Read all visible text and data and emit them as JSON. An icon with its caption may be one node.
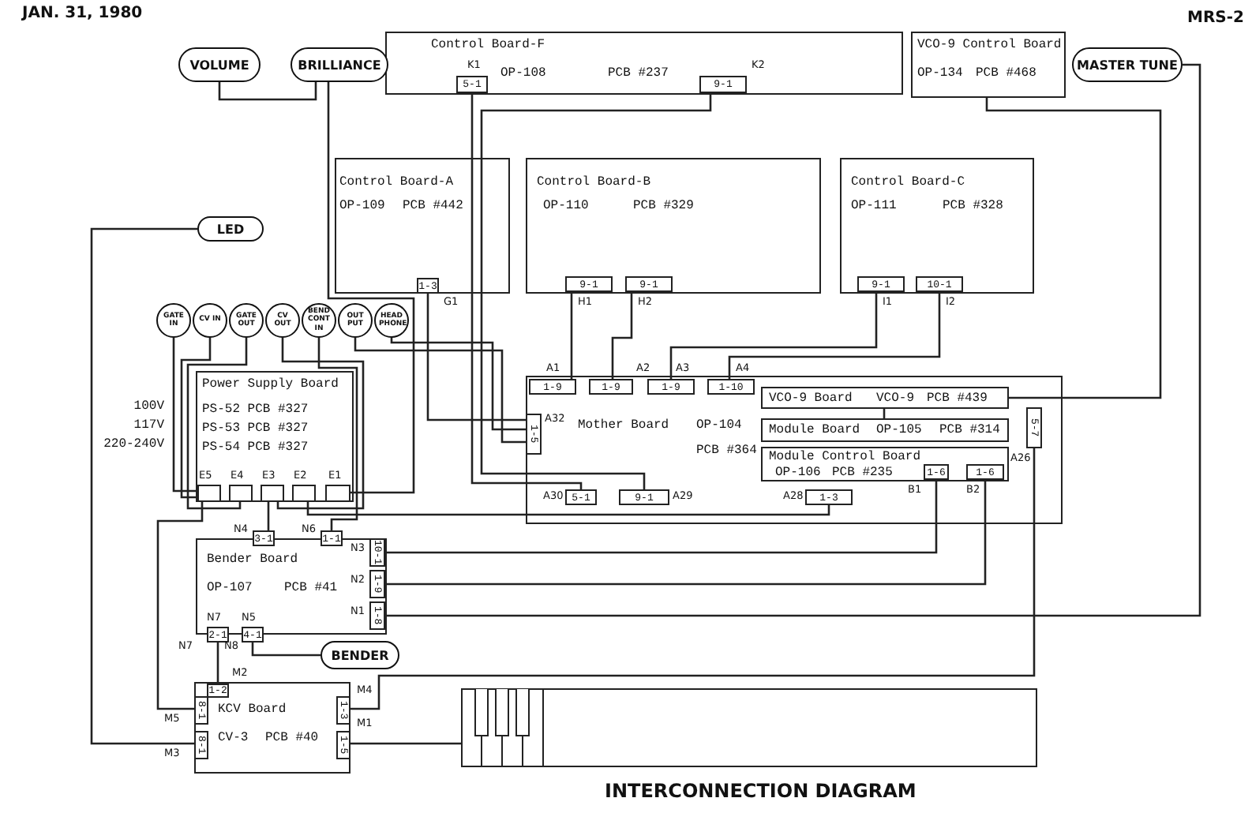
{
  "diagram": {
    "title": "INTERCONNECTION DIAGRAM",
    "nodes": [
      {
        "text": [
          "Control Board-F",
          "OP-108",
          "PCB #237"
        ]
      },
      {
        "text": [
          "5-1"
        ],
        "beside": [
          "K1"
        ],
        "in": 0
      },
      {
        "text": [
          "9-1"
        ],
        "beside": [
          "K2"
        ],
        "in": 0
      },
      {
        "text": [
          "VCO-9 Control Board",
          "OP-134",
          "PCB #468"
        ]
      },
      {
        "text": [
          "VOLUME"
        ]
      },
      {
        "text": [
          "BRILLIANCE"
        ]
      },
      {
        "text": [
          "MASTER TUNE"
        ]
      },
      {
        "text": [
          "Control Board-A",
          "OP-109",
          "PCB #442"
        ]
      },
      {
        "text": [
          "1-3"
        ],
        "beside": [
          "G1"
        ],
        "in": 7
      },
      {
        "text": [
          "Control Board-B",
          "OP-110",
          "PCB #329"
        ]
      },
      {
        "text": [
          "9-1"
        ],
        "beside": [
          "H1"
        ],
        "in": 9
      },
      {
        "text": [
          "9-1"
        ],
        "beside": [
          "H2"
        ],
        "in": 9
      },
      {
        "text": [
          "Control Board-C",
          "OP-111",
          "PCB #328"
        ]
      },
      {
        "text": [
          "9-1"
        ],
        "beside": [
          "I1"
        ],
        "in": 12
      },
      {
        "text": [
          "10-1"
        ],
        "beside": [
          "I2"
        ],
        "in": 12
      },
      {
        "text": [
          "LED"
        ]
      },
      {
        "text": [
          "GATE IN"
        ]
      },
      {
        "text": [
          "CV IN"
        ]
      },
      {
        "text": [
          "GATE OUT"
        ]
      },
      {
        "text": [
          "CV OUT"
        ]
      },
      {
        "text": [
          "BEND CONT IN"
        ]
      },
      {
        "text": [
          "OUT PUT"
        ]
      },
      {
        "text": [
          "HEAD PHONE"
        ]
      },
      {
        "text": [
          "Power Supply Board",
          "PS-52 PCB #327",
          "PS-53 PCB #327",
          "PS-54 PCB #327"
        ],
        "beside": [
          "100V",
          "117V",
          "220-240V"
        ]
      },
      {
        "text": [],
        "shape": "box",
        "beside": [
          "E5"
        ],
        "in": 23
      },
      {
        "text": [],
        "shape": "box",
        "beside": [
          "E4"
        ],
        "in": 23
      },
      {
        "text": [],
        "shape": "box",
        "beside": [
          "E3"
        ],
        "in": 23
      },
      {
        "text": [],
        "shape": "box",
        "beside": [
          "E2"
        ],
        "in": 23
      },
      {
        "text": [],
        "shape": "box",
        "beside": [
          "E1"
        ],
        "in": 23
      },
      {
        "text": [
          "Mother Board",
          "OP-104",
          "PCB #364"
        ]
      },
      {
        "text": [
          "1-9"
        ],
        "beside": [
          "A1"
        ],
        "in": 29
      },
      {
        "text": [
          "1-9"
        ],
        "beside": [
          "A2"
        ],
        "in": 29
      },
      {
        "text": [
          "1-9"
        ],
        "beside": [
          "A3"
        ],
        "in": 29
      },
      {
        "text": [
          "1-10"
        ],
        "beside": [
          "A4"
        ],
        "in": 29
      },
      {
        "text": [
          "1-5"
        ],
        "beside": [
          "A32"
        ],
        "in": 29
      },
      {
        "text": [
          "5-1"
        ],
        "beside": [
          "A30"
        ],
        "in": 29
      },
      {
        "text": [
          "9-1"
        ],
        "beside": [
          "A29"
        ],
        "in": 29
      },
      {
        "text": [
          "VCO-9 Board",
          "VCO-9",
          "PCB #439"
        ],
        "in": 29
      },
      {
        "text": [
          "5-7"
        ],
        "beside": [
          "A26"
        ],
        "in": 29
      },
      {
        "text": [
          "Module Board",
          "OP-105",
          "PCB #314"
        ],
        "in": 29
      },
      {
        "text": [
          "Module Control Board",
          "OP-106",
          "PCB #235"
        ],
        "in": 29
      },
      {
        "text": [
          "1-6"
        ],
        "beside": [
          "B1"
        ],
        "in": 40
      },
      {
        "text": [
          "1-6"
        ],
        "beside": [
          "B2"
        ],
        "in": 40
      },
      {
        "text": [
          "1-3"
        ],
        "beside": [
          "A28"
        ],
        "in": 29
      },
      {
        "text": [
          "Bender Board",
          "OP-107",
          "PCB #41"
        ]
      },
      {
        "text": [
          "3-1"
        ],
        "beside": [
          "N4"
        ],
        "in": 44
      },
      {
        "text": [
          "1-1"
        ],
        "beside": [
          "N6"
        ],
        "in": 44
      },
      {
        "text": [
          "10-1"
        ],
        "beside": [
          "N3"
        ],
        "in": 44
      },
      {
        "text": [
          "1-9"
        ],
        "beside": [
          "N2"
        ],
        "in": 44
      },
      {
        "text": [
          "1-8"
        ],
        "beside": [
          "N1"
        ],
        "in": 44
      },
      {
        "text": [
          "2-1"
        ],
        "beside": [
          "N7"
        ],
        "in": 44
      },
      {
        "text": [
          "4-1"
        ],
        "beside": [
          "N5"
        ],
        "in": 44
      },
      {
        "text": [
          "BENDER"
        ]
      },
      {
        "text": [
          "KCV Board",
          "CV-3",
          "PCB #40"
        ]
      },
      {
        "text": [
          "1-2"
        ],
        "beside": [
          "M2"
        ],
        "in": 53
      },
      {
        "text": [
          "8-1"
        ],
        "beside": [
          "M5"
        ],
        "in": 53
      },
      {
        "text": [
          "8-1"
        ],
        "beside": [
          "M3"
        ],
        "in": 53
      },
      {
        "text": [
          "1-3"
        ],
        "beside": [
          "M4"
        ],
        "in": 53
      },
      {
        "text": [
          "1-5"
        ],
        "beside": [
          "M1"
        ],
        "in": 53
      },
      {
        "text": [],
        "shape": "picture"
      }
    ],
    "edges": [
      {
        "from": 4,
        "to": 5,
        "arrow": "none"
      },
      {
        "from": 5,
        "to": 28,
        "arrow": "none"
      },
      {
        "from": 15,
        "to": 56,
        "arrow": "none"
      },
      {
        "from": 16,
        "to": 24,
        "arrow": "none"
      },
      {
        "from": 17,
        "to": 24,
        "arrow": "none"
      },
      {
        "from": 18,
        "to": 25,
        "arrow": "none"
      },
      {
        "from": 19,
        "to": 26,
        "arrow": "none"
      },
      {
        "from": 20,
        "to": 46,
        "arrow": "none"
      },
      {
        "from": 21,
        "to": 34,
        "arrow": "none"
      },
      {
        "from": 22,
        "to": 34,
        "arrow": "none"
      },
      {
        "from": 1,
        "to": 35,
        "arrow": "none"
      },
      {
        "from": 2,
        "to": 36,
        "arrow": "none"
      },
      {
        "from": 8,
        "to": 34,
        "arrow": "none"
      },
      {
        "from": 10,
        "to": 30,
        "arrow": "none"
      },
      {
        "from": 11,
        "to": 31,
        "arrow": "none"
      },
      {
        "from": 13,
        "to": 32,
        "arrow": "none"
      },
      {
        "from": 14,
        "to": 33,
        "arrow": "none"
      },
      {
        "from": 3,
        "to": 37,
        "arrow": "none"
      },
      {
        "from": 37,
        "to": 39,
        "arrow": "none"
      },
      {
        "from": 6,
        "to": 49,
        "arrow": "none"
      },
      {
        "from": 38,
        "to": 57,
        "arrow": "none"
      },
      {
        "from": 41,
        "to": 47,
        "arrow": "none"
      },
      {
        "from": 42,
        "to": 48,
        "arrow": "none"
      },
      {
        "from": 43,
        "to": 27,
        "arrow": "none"
      },
      {
        "from": 45,
        "to": 26,
        "arrow": "none"
      },
      {
        "from": 51,
        "to": 52,
        "arrow": "none"
      },
      {
        "from": 50,
        "to": 54,
        "arrow": "none"
      },
      {
        "from": 24,
        "to": 55,
        "arrow": "none"
      },
      {
        "from": 59,
        "to": 58,
        "arrow": "none"
      }
    ],
    "labels": [
      "JAN. 31, 1980",
      "MRS-2",
      "N7",
      "N8"
    ]
  }
}
